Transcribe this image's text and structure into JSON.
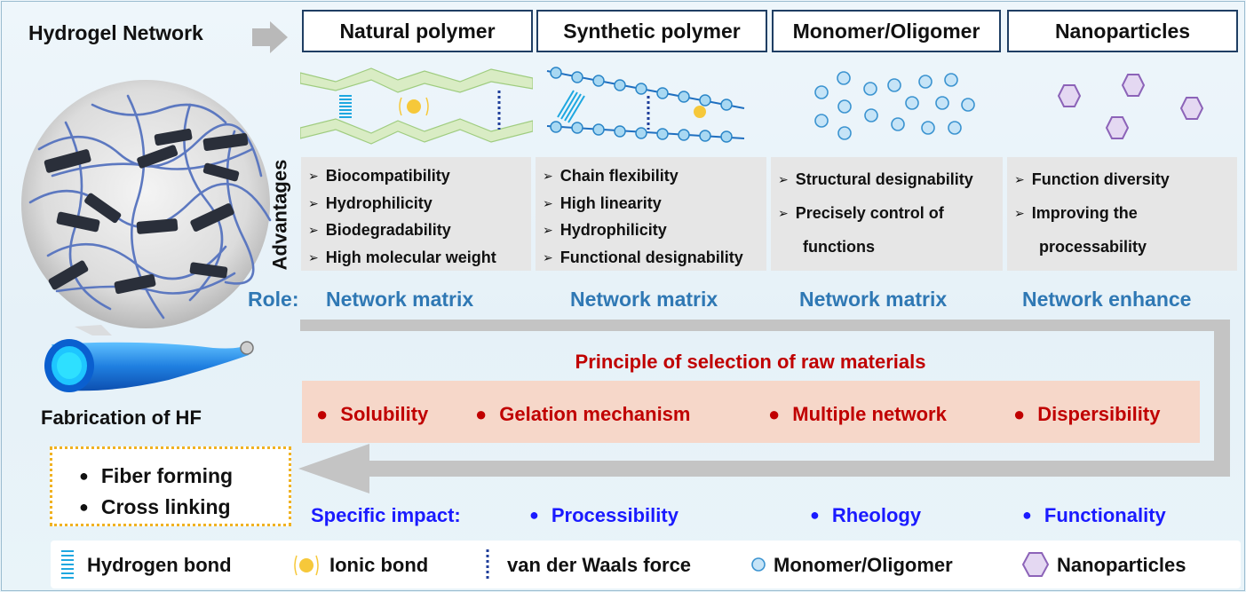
{
  "header": {
    "title": "Hydrogel Network"
  },
  "categories": [
    {
      "label": "Natural polymer",
      "advantages": [
        "Biocompatibility",
        "Hydrophilicity",
        "Biodegradability",
        "High molecular weight"
      ],
      "role": "Network matrix"
    },
    {
      "label": "Synthetic polymer",
      "advantages": [
        "Chain flexibility",
        "High linearity",
        "Hydrophilicity",
        "Functional designability"
      ],
      "role": "Network matrix"
    },
    {
      "label": "Monomer/Oligomer",
      "advantages": [
        "Structural designability",
        "Precisely control of",
        "functions"
      ],
      "role": "Network matrix"
    },
    {
      "label": "Nanoparticles",
      "advantages": [
        "Function diversity",
        "Improving the",
        "processability"
      ],
      "role": "Network enhance"
    }
  ],
  "advantages_label": "Advantages",
  "role_label": "Role:",
  "principle": {
    "title": "Principle of selection of raw materials",
    "items": [
      "Solubility",
      "Gelation mechanism",
      "Multiple network",
      "Dispersibility"
    ]
  },
  "fabrication": {
    "title": "Fabrication of HF",
    "items": [
      "Fiber forming",
      "Cross  linking"
    ]
  },
  "impact": {
    "label": "Specific impact:",
    "items": [
      "Processibility",
      "Rheology",
      "Functionality"
    ]
  },
  "legend": {
    "items": [
      "Hydrogen bond",
      "Ionic bond",
      "van der Waals force",
      "Monomer/Oligomer",
      "Nanoparticles"
    ]
  },
  "colors": {
    "box_border": "#1f3e63",
    "role_blue": "#2f78b4",
    "principle_red": "#c00000",
    "impact_blue": "#1a1aff",
    "panel_gray": "#e6e6e6",
    "principle_bg": "#f6d7c9",
    "dotted_orange": "#f0b222",
    "particle_blue": "#4fa3db",
    "nanoparticle_purple": "#a07cc5"
  }
}
